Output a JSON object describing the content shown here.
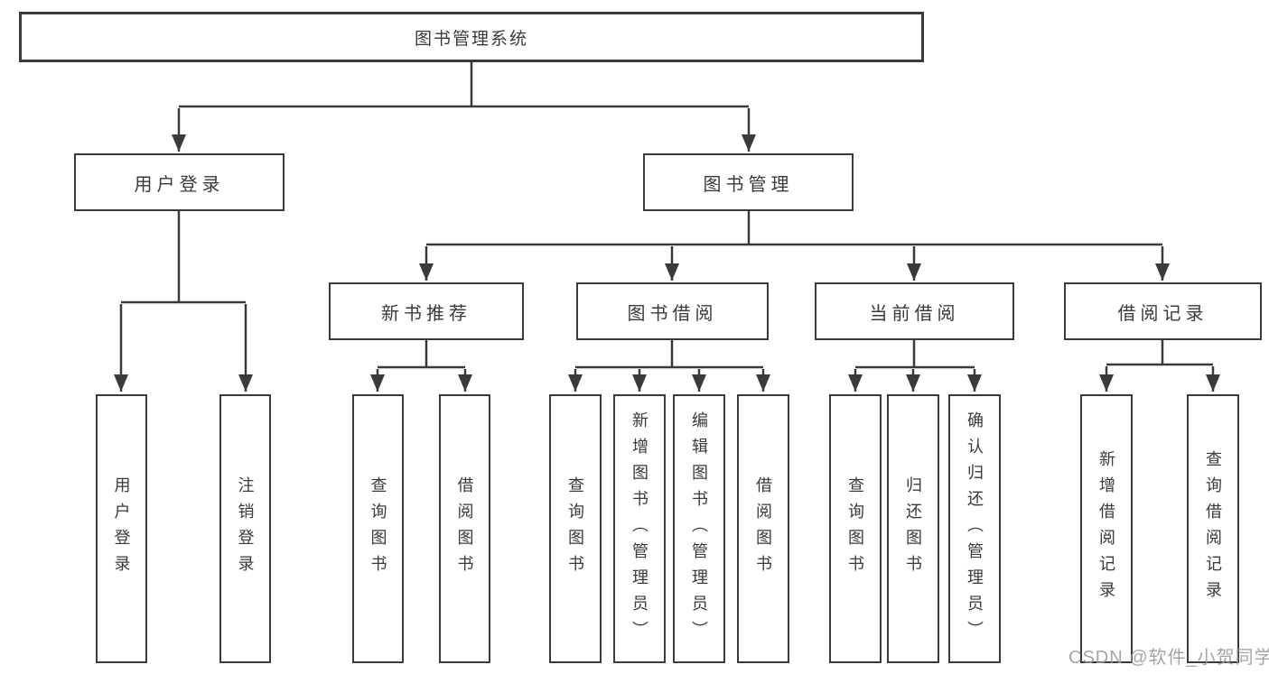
{
  "diagram": {
    "tree": {
      "label": "图书管理系统",
      "children": [
        {
          "label": "用户登录",
          "children": [
            {
              "label": "用户登录"
            },
            {
              "label": "注销登录"
            }
          ]
        },
        {
          "label": "图书管理",
          "children": [
            {
              "label": "新书推荐",
              "children": [
                {
                  "label": "查询图书"
                },
                {
                  "label": "借阅图书"
                }
              ]
            },
            {
              "label": "图书借阅",
              "children": [
                {
                  "label": "查询图书"
                },
                {
                  "label": "新增图书（管理员）"
                },
                {
                  "label": "编辑图书（管理员）"
                },
                {
                  "label": "借阅图书"
                }
              ]
            },
            {
              "label": "当前借阅",
              "children": [
                {
                  "label": "查询图书"
                },
                {
                  "label": "归还图书"
                },
                {
                  "label": "确认归还（管理员）"
                }
              ]
            },
            {
              "label": "借阅记录",
              "children": [
                {
                  "label": "新增借阅记录"
                },
                {
                  "label": "查询借阅记录"
                }
              ]
            }
          ]
        }
      ]
    },
    "colors": {
      "line": "#3a3a3a",
      "box_border": "#3a3a3a",
      "text": "#3a3a3a",
      "watermark": "#989898",
      "background": "#ffffff"
    }
  },
  "watermark": {
    "text": "CSDN @软件_小贺同学"
  }
}
